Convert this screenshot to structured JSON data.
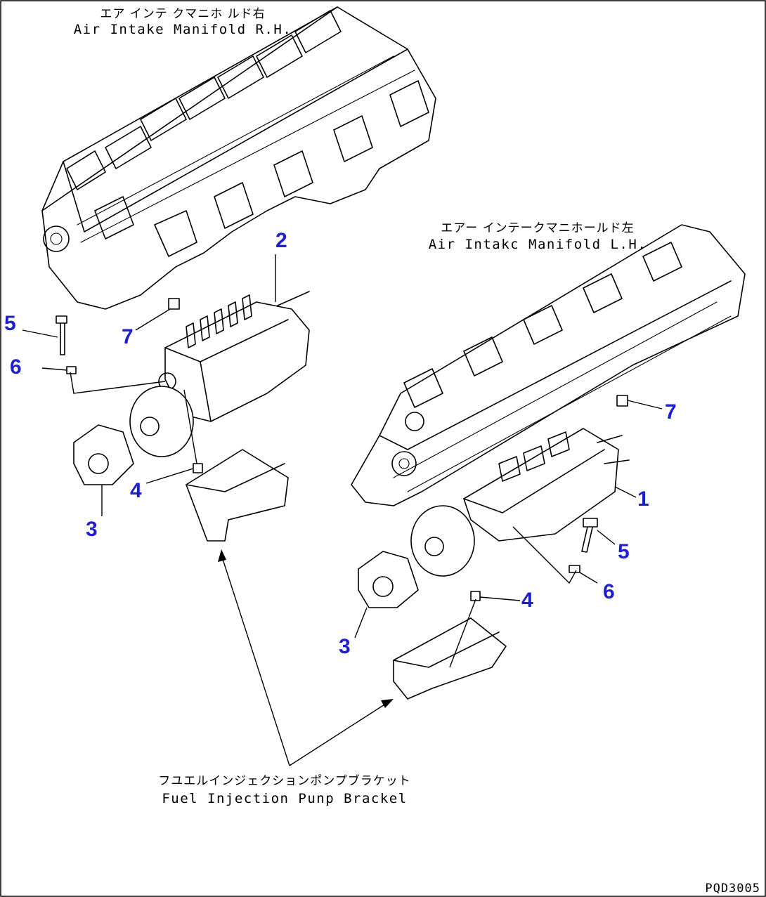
{
  "captions": {
    "manifold_rh_jp": "エア インテ クマニホ ルド右",
    "manifold_rh_en": "Air Intake Manifold R.H.",
    "manifold_lh_jp": "エアー インテークマニホールド左",
    "manifold_lh_en": "Air Intakc Manifold L.H.",
    "bracket_jp": "フユエルインジェクションポンプブラケット",
    "bracket_en": "Fuel Injection Punp Brackel"
  },
  "callouts": {
    "c1": "1",
    "c2": "2",
    "c3_left": "3",
    "c3_right": "3",
    "c4_left": "4",
    "c4_right": "4",
    "c5_left": "5",
    "c5_right": "5",
    "c6_left": "6",
    "c6_right": "6",
    "c7_left": "7",
    "c7_right": "7"
  },
  "drawing_code": "PQD3005",
  "colors": {
    "callout": "#1f1fd2",
    "line": "#000000",
    "background": "#ffffff"
  }
}
